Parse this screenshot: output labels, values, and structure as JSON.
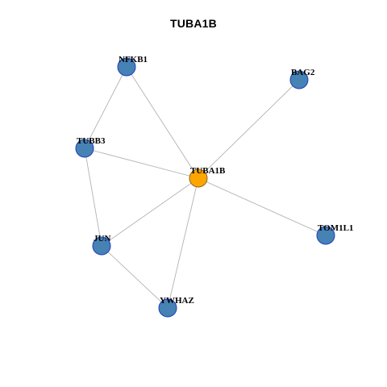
{
  "title": "TUBA1B",
  "colors": {
    "center_node": "#ffa500",
    "other_node": "#4682b4",
    "other_node_border": "#1f3fbf",
    "edge": "#b3b3b3"
  },
  "nodes": [
    {
      "id": "TUBA1B",
      "label": "TUBA1B",
      "center": true
    },
    {
      "id": "NFKB1",
      "label": "NFKB1",
      "center": false
    },
    {
      "id": "BAG2",
      "label": "BAG2",
      "center": false
    },
    {
      "id": "TUBB3",
      "label": "TUBB3",
      "center": false
    },
    {
      "id": "JUN",
      "label": "JUN",
      "center": false
    },
    {
      "id": "YWHAZ",
      "label": "YWHAZ",
      "center": false
    },
    {
      "id": "TOM1L1",
      "label": "TOM1L1",
      "center": false
    }
  ],
  "edges": [
    [
      "NFKB1",
      "TUBB3"
    ],
    [
      "NFKB1",
      "TUBA1B"
    ],
    [
      "BAG2",
      "TUBA1B"
    ],
    [
      "TUBB3",
      "TUBA1B"
    ],
    [
      "TUBB3",
      "JUN"
    ],
    [
      "JUN",
      "TUBA1B"
    ],
    [
      "JUN",
      "YWHAZ"
    ],
    [
      "YWHAZ",
      "TUBA1B"
    ],
    [
      "TOM1L1",
      "TUBA1B"
    ]
  ]
}
